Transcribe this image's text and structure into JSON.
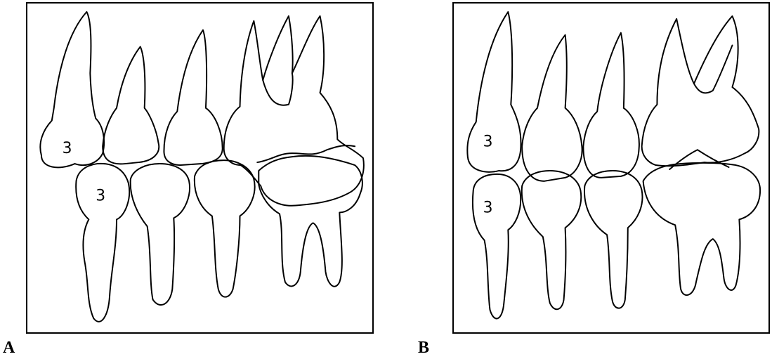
{
  "figure": {
    "panels": [
      {
        "id": "A",
        "label": "A",
        "canine_upper_number": "3",
        "canine_lower_number": "3"
      },
      {
        "id": "B",
        "label": "B",
        "canine_upper_number": "3",
        "canine_lower_number": "3"
      }
    ]
  }
}
